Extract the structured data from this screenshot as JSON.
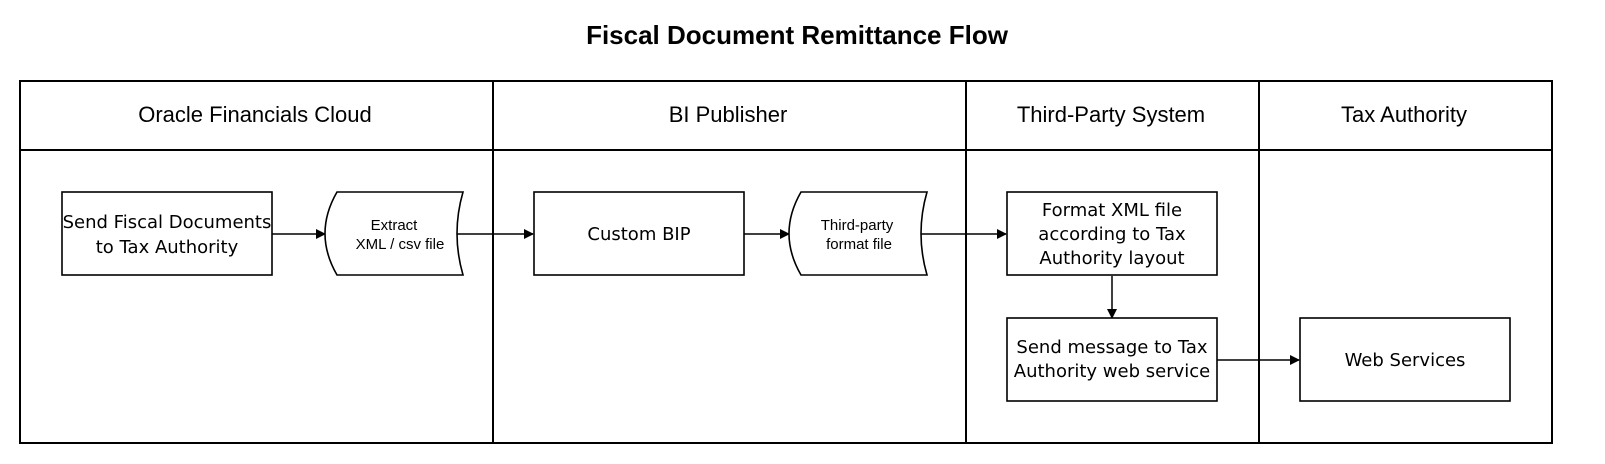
{
  "title": "Fiscal Document Remittance Flow",
  "lanes": [
    {
      "label": "Oracle Financials Cloud"
    },
    {
      "label": "BI Publisher"
    },
    {
      "label": "Third-Party System"
    },
    {
      "label": "Tax Authority"
    }
  ],
  "nodes": {
    "send_fiscal": {
      "lines": [
        "Send Fiscal Documents",
        "to Tax Authority"
      ],
      "shape": "process"
    },
    "extract_file": {
      "lines": [
        "Extract",
        "XML / csv file"
      ],
      "shape": "stored-data"
    },
    "custom_bip": {
      "lines": [
        "Custom BIP"
      ],
      "shape": "process"
    },
    "third_party_file": {
      "lines": [
        "Third-party",
        "format file"
      ],
      "shape": "stored-data"
    },
    "format_xml": {
      "lines": [
        "Format XML file",
        "according to Tax",
        "Authority layout"
      ],
      "shape": "process"
    },
    "send_message": {
      "lines": [
        "Send message to Tax",
        "Authority web service"
      ],
      "shape": "process"
    },
    "web_services": {
      "lines": [
        "Web Services"
      ],
      "shape": "process"
    }
  },
  "edges": [
    {
      "from": "send_fiscal",
      "to": "extract_file"
    },
    {
      "from": "extract_file",
      "to": "custom_bip"
    },
    {
      "from": "custom_bip",
      "to": "third_party_file"
    },
    {
      "from": "third_party_file",
      "to": "format_xml"
    },
    {
      "from": "format_xml",
      "to": "send_message"
    },
    {
      "from": "send_message",
      "to": "web_services"
    }
  ]
}
